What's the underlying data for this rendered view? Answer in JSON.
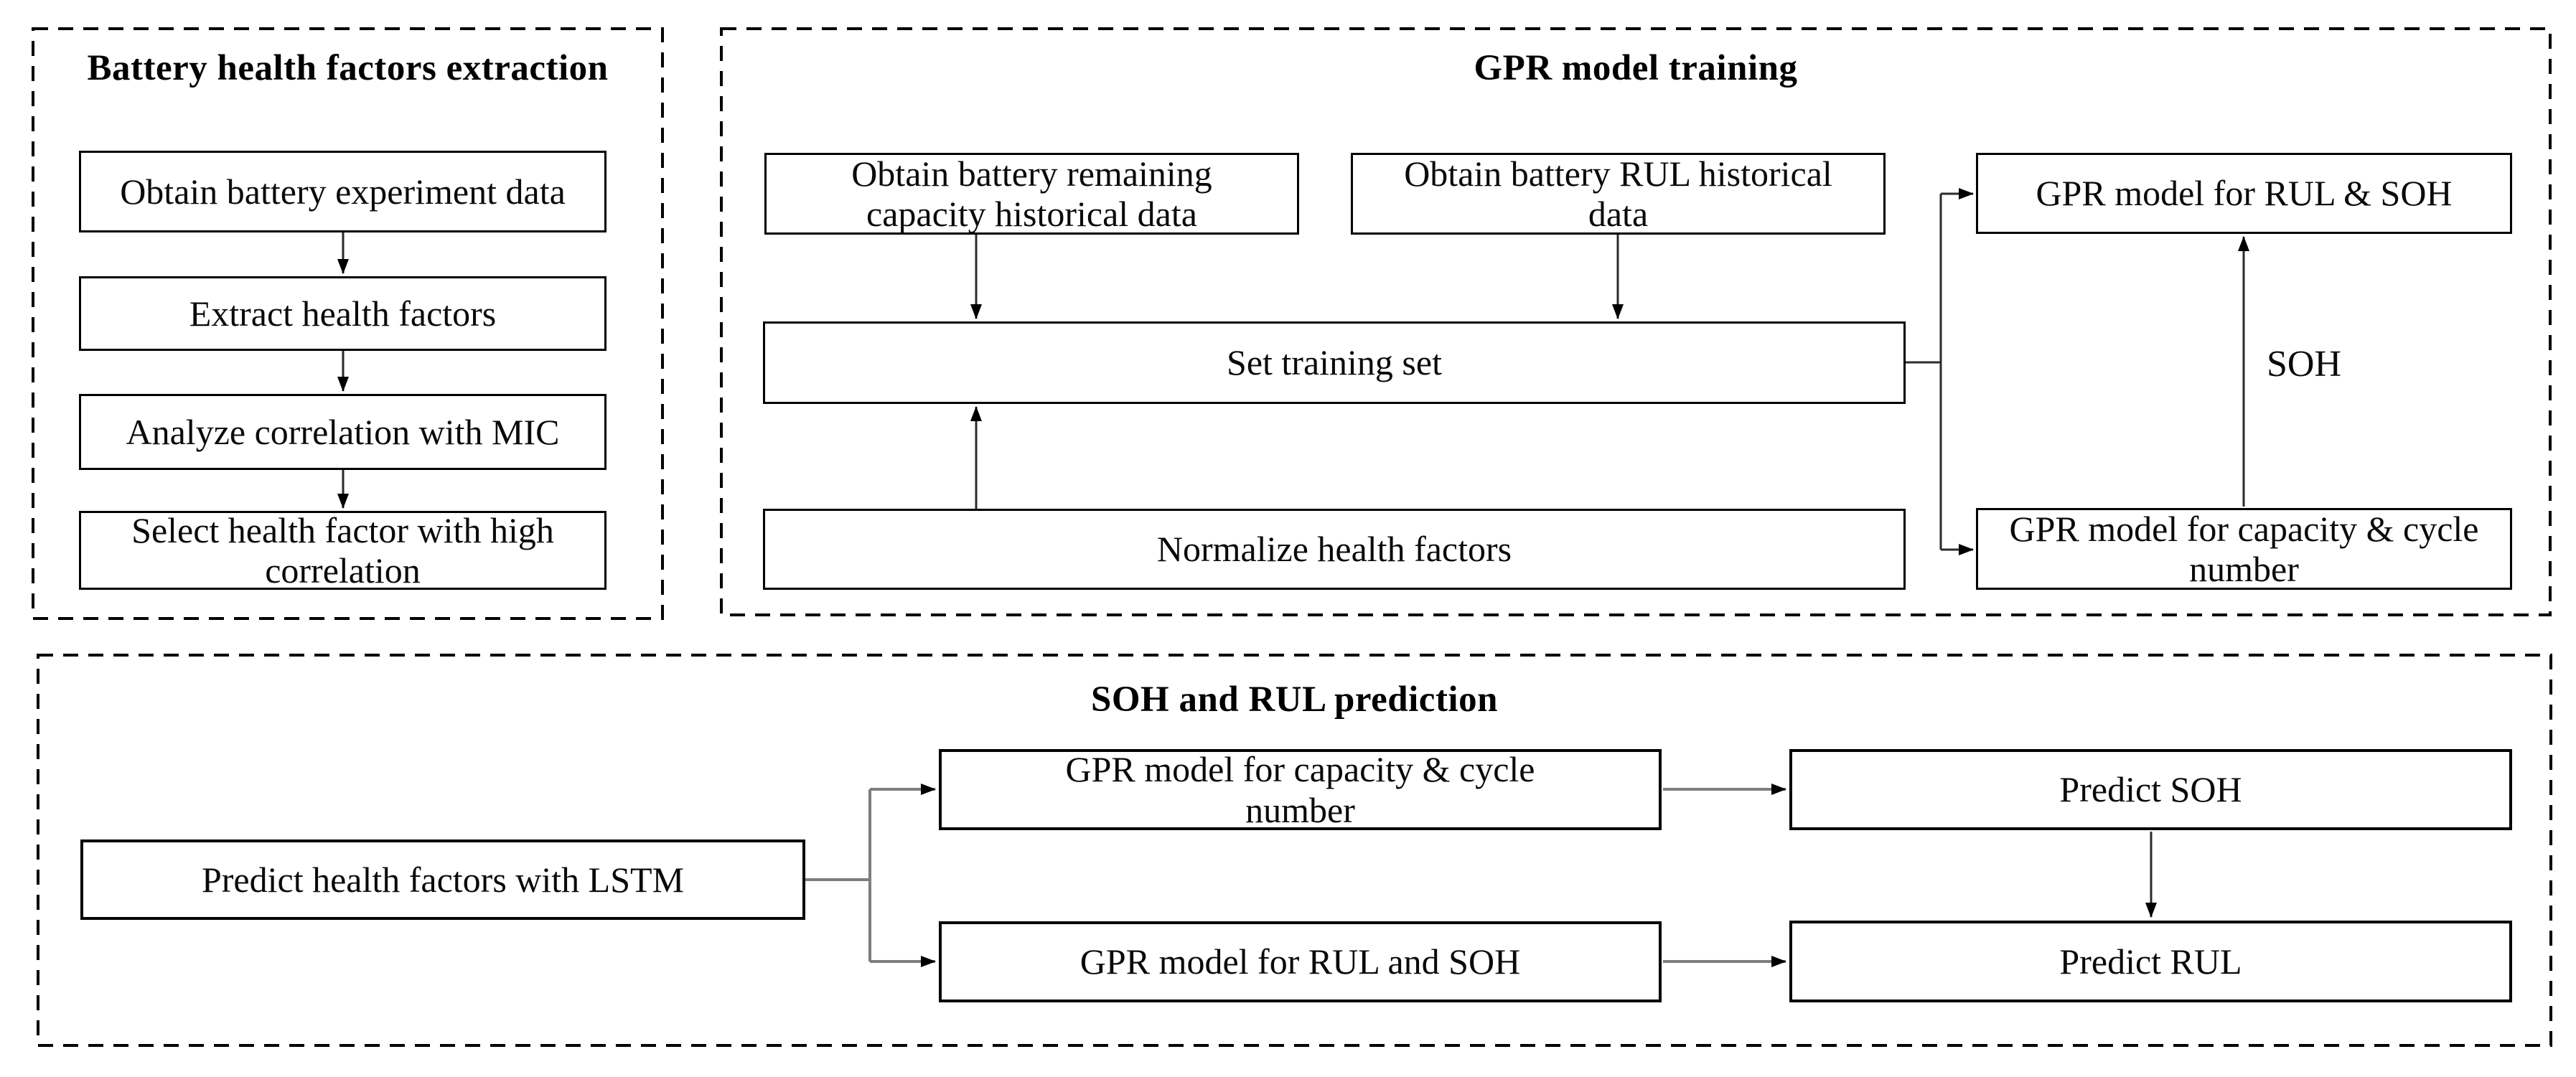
{
  "figure": {
    "type": "flowchart",
    "theme": {
      "background": "#ffffff",
      "box_fill": "#ffffff",
      "line_color": "#000000",
      "gray_line_color": "#7d7d7d"
    }
  },
  "extraction": {
    "title": "Battery health factors extraction",
    "steps": {
      "obtain_experiment_data": "Obtain battery experiment data",
      "extract_health_factors": "Extract health factors",
      "analyze_correlation_mic": "Analyze correlation with MIC",
      "select_health_factor": "Select health factor with high correlation"
    }
  },
  "training": {
    "title": "GPR model training",
    "nodes": {
      "capacity_history": "Obtain battery remaining capacity historical data",
      "rul_history": "Obtain battery RUL historical data",
      "training_set": "Set training set",
      "normalize": "Normalize health factors",
      "gpr_rul_soh": "GPR model for RUL & SOH",
      "gpr_capacity_cycle": "GPR model for capacity & cycle number"
    },
    "edge_label_soh": "SOH"
  },
  "prediction": {
    "title": "SOH and RUL prediction",
    "nodes": {
      "lstm": "Predict health factors with LSTM",
      "gpr_capacity_cycle": "GPR model for capacity & cycle number",
      "gpr_rul_soh": "GPR model for RUL and SOH",
      "predict_soh": "Predict SOH",
      "predict_rul": "Predict RUL"
    }
  }
}
